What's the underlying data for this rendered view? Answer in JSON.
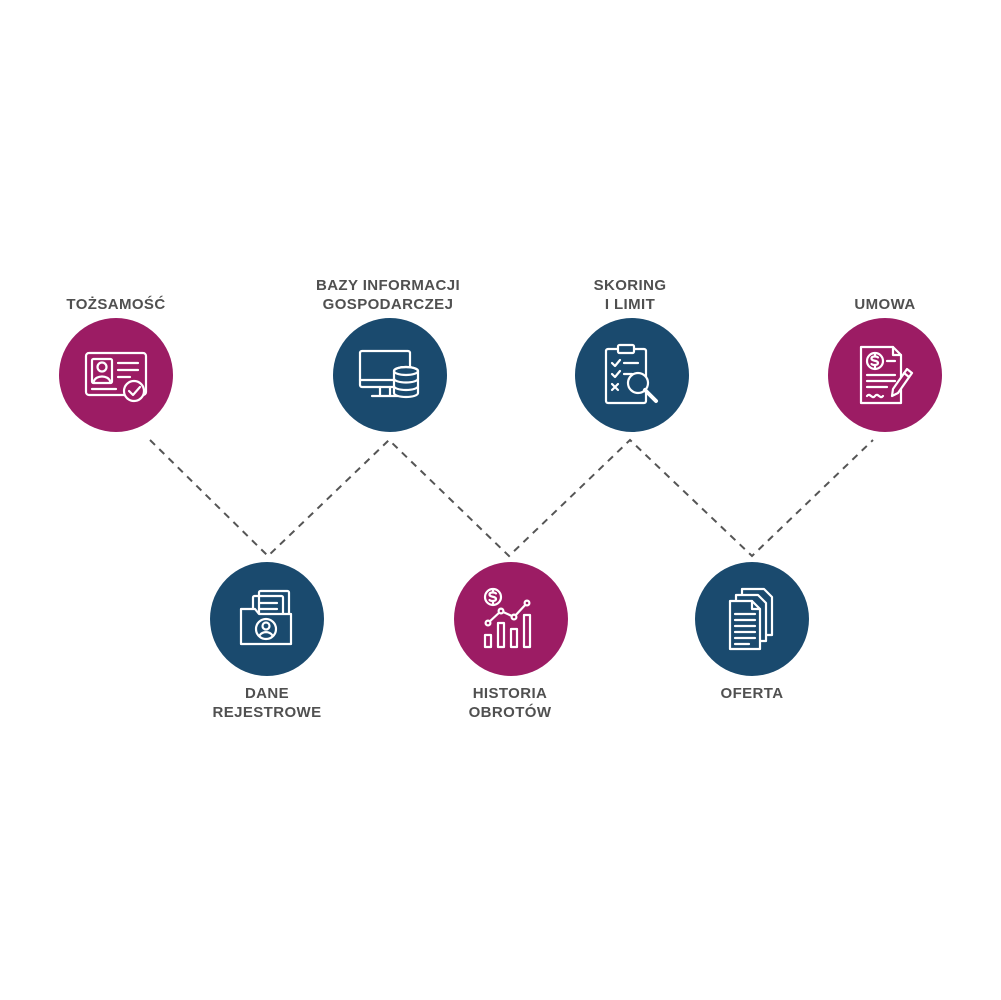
{
  "colors": {
    "magenta": "#9c1c64",
    "navy": "#1a4a6e",
    "label": "#505050",
    "connector": "#555555",
    "icon_stroke": "#ffffff"
  },
  "steps": [
    {
      "id": "tozsamosc",
      "lines": [
        "TOŻSAMOŚĆ"
      ],
      "color": "magenta",
      "icon": "id-card-check-icon"
    },
    {
      "id": "dane",
      "lines": [
        "DANE",
        "REJESTROWE"
      ],
      "color": "navy",
      "icon": "folder-user-icon"
    },
    {
      "id": "bazy",
      "lines": [
        "BAZY INFORMACJI",
        "GOSPODARCZEJ"
      ],
      "color": "navy",
      "icon": "monitor-database-icon"
    },
    {
      "id": "historia",
      "lines": [
        "HISTORIA",
        "OBROTÓW"
      ],
      "color": "magenta",
      "icon": "dollar-bar-chart-icon"
    },
    {
      "id": "skoring",
      "lines": [
        "SKORING",
        "I LIMIT"
      ],
      "color": "navy",
      "icon": "clipboard-checklist-search-icon"
    },
    {
      "id": "oferta",
      "lines": [
        "OFERTA"
      ],
      "color": "navy",
      "icon": "stacked-documents-icon"
    },
    {
      "id": "umowa",
      "lines": [
        "UMOWA"
      ],
      "color": "magenta",
      "icon": "signed-contract-dollar-icon"
    }
  ]
}
